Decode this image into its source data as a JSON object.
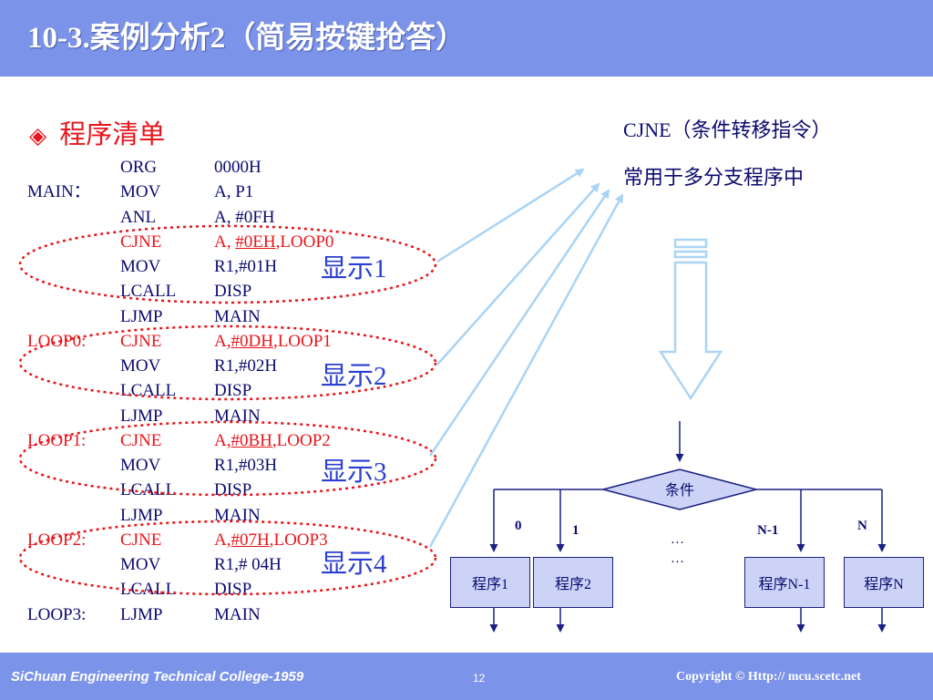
{
  "title": "10-3.案例分析2（简易按键抢答）",
  "section": {
    "bullet": "◈",
    "heading": "程序清单"
  },
  "code": [
    {
      "label": "",
      "op": "ORG",
      "arg": "0000H",
      "red": false
    },
    {
      "label": "MAIN：",
      "op": "MOV",
      "arg": "A, P1",
      "red": false
    },
    {
      "label": "",
      "op": "ANL",
      "arg": "A, #0FH",
      "red": false
    },
    {
      "label": "",
      "op": "CJNE",
      "arg_pre": "A, ",
      "arg_u": "#0EH",
      "arg_post": ",LOOP0",
      "red": true
    },
    {
      "label": "",
      "op": "MOV",
      "arg": "R1,#01H",
      "red": false
    },
    {
      "label": "",
      "op": "LCALL",
      "arg": "DISP",
      "red": false
    },
    {
      "label": "",
      "op": "LJMP",
      "arg": "MAIN",
      "red": false
    },
    {
      "label": "LOOP0:",
      "op": "CJNE",
      "arg_pre": "A,",
      "arg_u": "#0DH",
      "arg_post": ",LOOP1",
      "red": true
    },
    {
      "label": "",
      "op": "MOV",
      "arg": "R1,#02H",
      "red": false
    },
    {
      "label": "",
      "op": "LCALL",
      "arg": "DISP",
      "red": false
    },
    {
      "label": "",
      "op": "LJMP",
      "arg": "MAIN",
      "red": false
    },
    {
      "label": "LOOP1:",
      "op": "CJNE",
      "arg_pre": "A,",
      "arg_u": "#0BH",
      "arg_post": ",LOOP2",
      "red": true
    },
    {
      "label": "",
      "op": "MOV",
      "arg": "R1,#03H",
      "red": false
    },
    {
      "label": "",
      "op": "LCALL",
      "arg": "DISP",
      "red": false
    },
    {
      "label": "",
      "op": "LJMP",
      "arg": "MAIN",
      "red": false
    },
    {
      "label": "LOOP2:",
      "op": "CJNE",
      "arg_pre": "A,",
      "arg_u": "#07H",
      "arg_post": ",LOOP3",
      "red": true
    },
    {
      "label": "",
      "op": "MOV",
      "arg": "R1,# 04H",
      "red": false
    },
    {
      "label": "",
      "op": "LCALL",
      "arg": "DISP",
      "red": false
    },
    {
      "label": "LOOP3:",
      "op": "LJMP",
      "arg": "MAIN",
      "red": false
    }
  ],
  "displays": [
    "显示1",
    "显示2",
    "显示3",
    "显示4"
  ],
  "cjne": {
    "line1": "CJNE（条件转移指令）",
    "line2": "常用于多分支程序中"
  },
  "flowchart": {
    "condition": "条件",
    "branches": [
      "0",
      "1",
      "N-1",
      "N"
    ],
    "ellipsis": [
      "…",
      "…"
    ],
    "boxes": [
      "程序1",
      "程序2",
      "程序N-1",
      "程序N"
    ]
  },
  "footer": {
    "college": "SiChuan Engineering Technical College-1959",
    "page": "12",
    "copyright": "Copyright © Http:// mcu.scetc.net"
  },
  "colors": {
    "header": "#7b93e8",
    "red": "#e8151b",
    "navy": "#0a0a6e",
    "blue": "#2a3fd0",
    "arrow": "#a9d4f5"
  }
}
